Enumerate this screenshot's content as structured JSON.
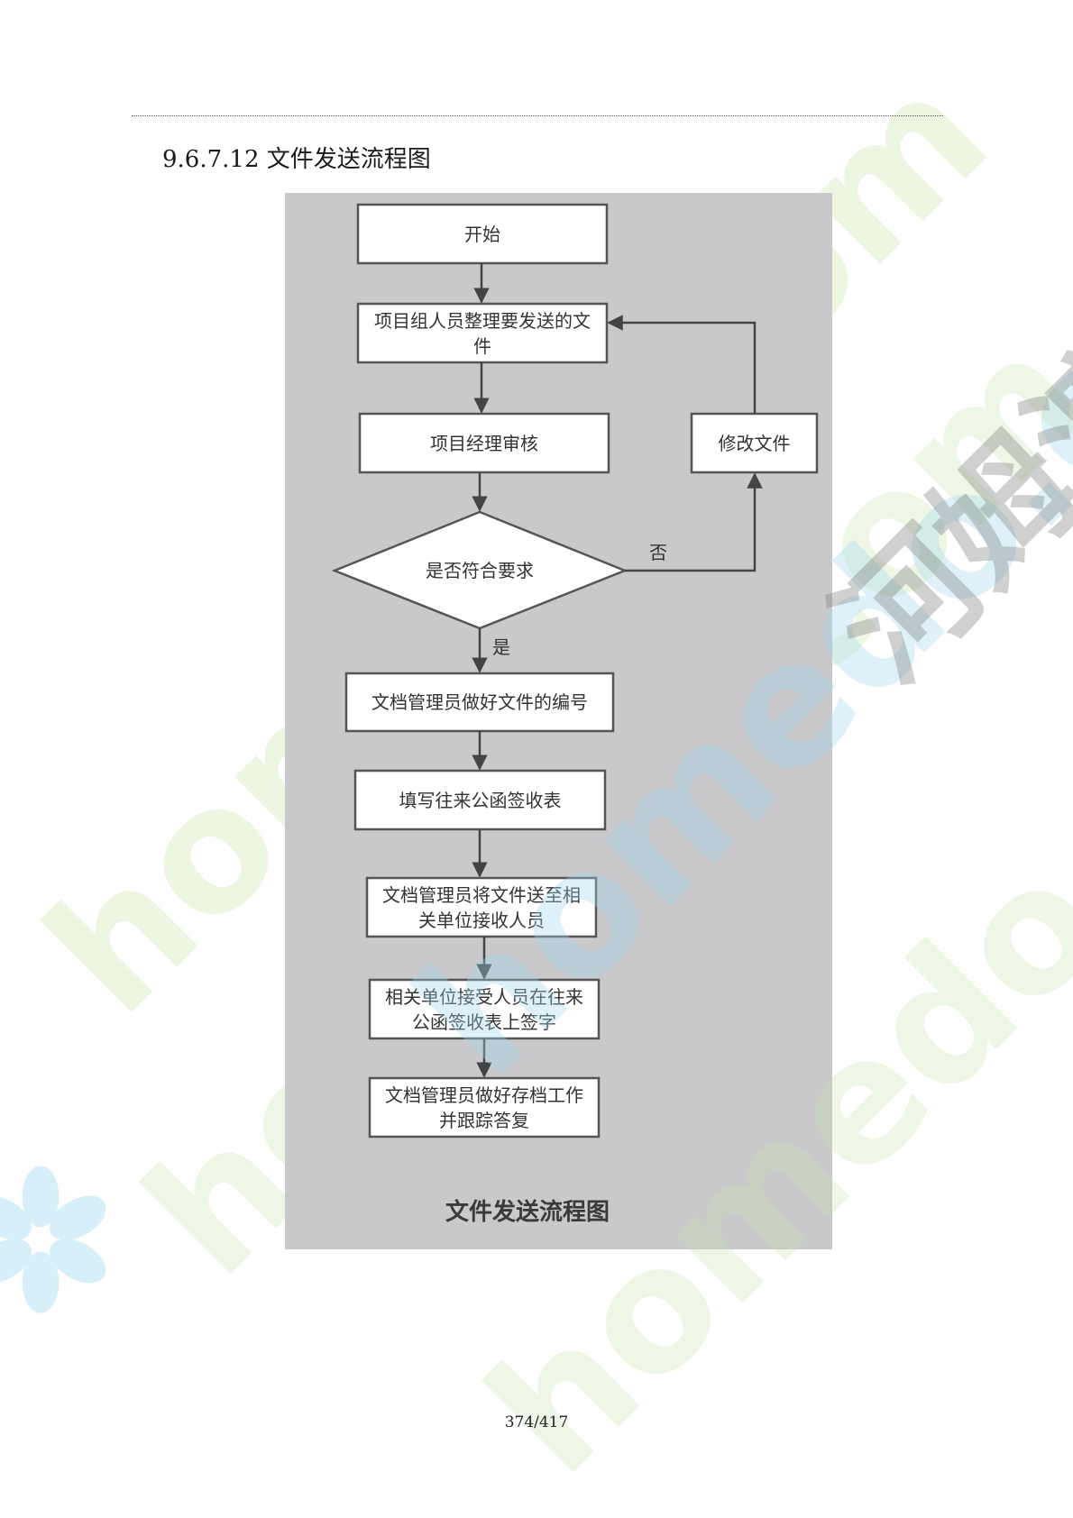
{
  "section": {
    "heading": "9.6.7.12 文件发送流程图"
  },
  "flowchart": {
    "caption": "文件发送流程图",
    "nodes": {
      "start": "开始",
      "organize": "项目组人员整理要发送的文件",
      "review": "项目经理审核",
      "decision": "是否符合要求",
      "modify": "修改文件",
      "numbering": "文档管理员做好文件的编号",
      "fill_form": "填写往来公函签收表",
      "deliver": "文档管理员将文件送至相关单位接收人员",
      "sign": "相关单位接受人员在往来公函签收表上签字",
      "archive": "文档管理员做好存档工作并跟踪答复"
    },
    "branch_labels": {
      "no": "否",
      "yes": "是"
    }
  },
  "watermarks": {
    "text_1": "homedo.com",
    "text_2": "homedo.com",
    "text_3": "homedo.com",
    "text_4": "homedo.com",
    "text_5": "河姆渡"
  },
  "footer": {
    "page_number": "374/417"
  }
}
